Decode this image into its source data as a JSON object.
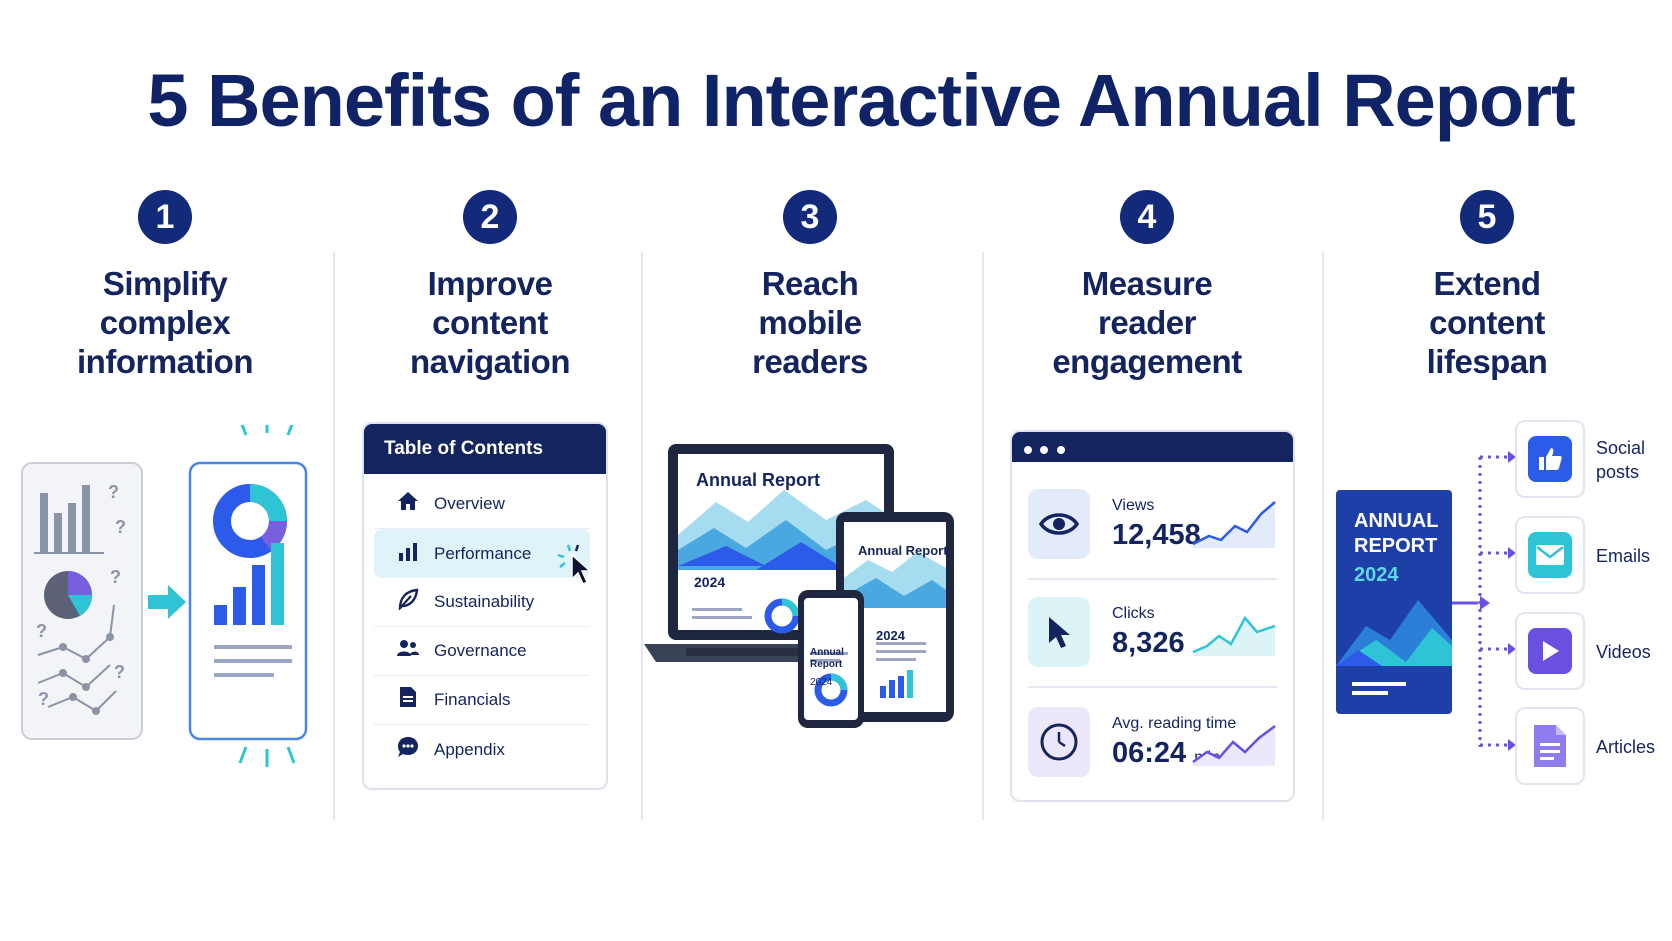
{
  "title": "5 Benefits of an Interactive Annual Report",
  "benefits": [
    {
      "number": "1",
      "heading": [
        "Simplify",
        "complex",
        "information"
      ]
    },
    {
      "number": "2",
      "heading": [
        "Improve",
        "content",
        "navigation"
      ]
    },
    {
      "number": "3",
      "heading": [
        "Reach",
        "mobile",
        "readers"
      ]
    },
    {
      "number": "4",
      "heading": [
        "Measure",
        "reader",
        "engagement"
      ]
    },
    {
      "number": "5",
      "heading": [
        "Extend",
        "content",
        "lifespan"
      ]
    }
  ],
  "toc": {
    "title": "Table of Contents",
    "items": [
      "Overview",
      "Performance",
      "Sustainability",
      "Governance",
      "Financials",
      "Appendix"
    ],
    "active_item": "Performance"
  },
  "devices": {
    "laptop_title": "Annual Report",
    "laptop_year": "2024",
    "tablet_title": "Annual Report",
    "tablet_year": "2024",
    "phone_title": "Annual Report",
    "phone_year": "2024"
  },
  "metrics": [
    {
      "label": "Views",
      "value": "12,458",
      "unit": "",
      "icon": "eye-icon"
    },
    {
      "label": "Clicks",
      "value": "8,326",
      "unit": "",
      "icon": "cursor-icon"
    },
    {
      "label": "Avg. reading time",
      "value": "06:24",
      "unit": "min",
      "icon": "clock-icon"
    }
  ],
  "report_cover": {
    "line1": "ANNUAL",
    "line2": "REPORT",
    "year": "2024"
  },
  "channels": [
    {
      "label": "Social posts",
      "icon": "thumbs-up-icon"
    },
    {
      "label": "Emails",
      "icon": "envelope-icon"
    },
    {
      "label": "Videos",
      "icon": "play-icon"
    },
    {
      "label": "Articles",
      "icon": "document-icon"
    }
  ],
  "colors": {
    "navy": "#13245e",
    "teal": "#2ec4d6",
    "blue": "#2c5bea",
    "purple": "#6a4fe0"
  }
}
